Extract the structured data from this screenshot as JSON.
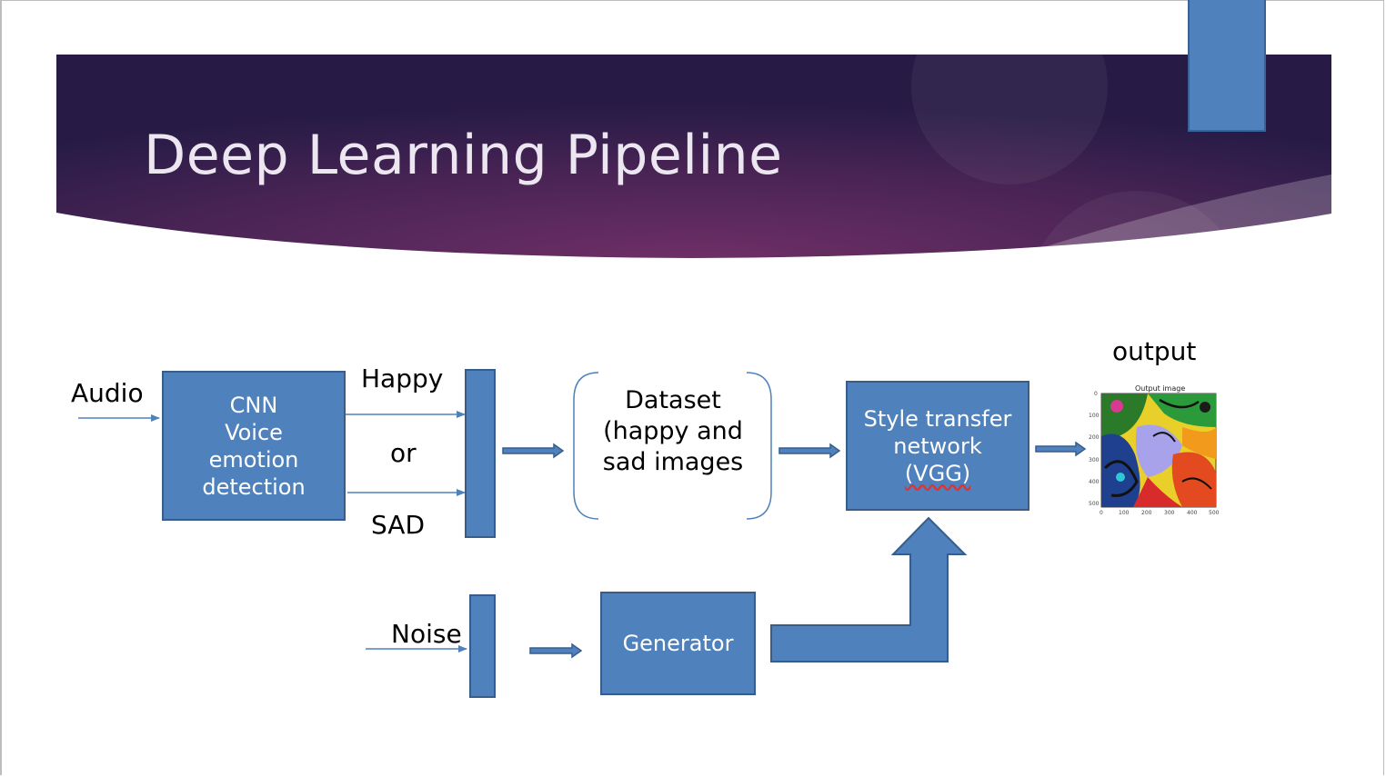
{
  "slide": {
    "title": "Deep Learning Pipeline",
    "colors": {
      "header_dark": "#2b1c4a",
      "header_mid": "#6a2d62",
      "box_fill": "#4f81bd",
      "box_border": "#385d8a"
    }
  },
  "diagram": {
    "input_label": "Audio",
    "cnn_box": {
      "lines": [
        "CNN",
        "Voice",
        "emotion",
        "detection"
      ]
    },
    "branch_labels": {
      "happy": "Happy",
      "or": "or",
      "sad": "SAD"
    },
    "dataset": {
      "lines": [
        "Dataset",
        "(happy and",
        "sad images"
      ]
    },
    "style_box": {
      "line1": "Style transfer",
      "line2": "network",
      "line3": "(VGG)"
    },
    "output_label": "output",
    "output_image": {
      "title": "Output image",
      "y_ticks": [
        "0",
        "100",
        "200",
        "300",
        "400",
        "500"
      ],
      "x_ticks": [
        "0",
        "100",
        "200",
        "300",
        "400",
        "500"
      ]
    },
    "noise_label": "Noise",
    "generator_label": "Generator"
  }
}
